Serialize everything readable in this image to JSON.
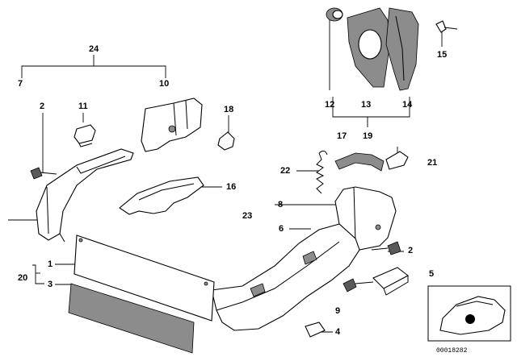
{
  "diagram": {
    "title": "Seat trim parts exploded view",
    "image_code": "00018282",
    "callouts": {
      "c1": "1",
      "c2a": "2",
      "c2b": "2",
      "c3": "3",
      "c4": "4",
      "c5": "5",
      "c6": "6",
      "c7": "7",
      "c8": "8",
      "c9": "9",
      "c10": "10",
      "c11": "11",
      "c12": "12",
      "c13": "13",
      "c14": "14",
      "c15": "15",
      "c16": "16",
      "c17": "17",
      "c18": "18",
      "c19": "19",
      "c20": "20",
      "c21": "21",
      "c22": "22",
      "c23": "23",
      "c24": "24"
    }
  }
}
